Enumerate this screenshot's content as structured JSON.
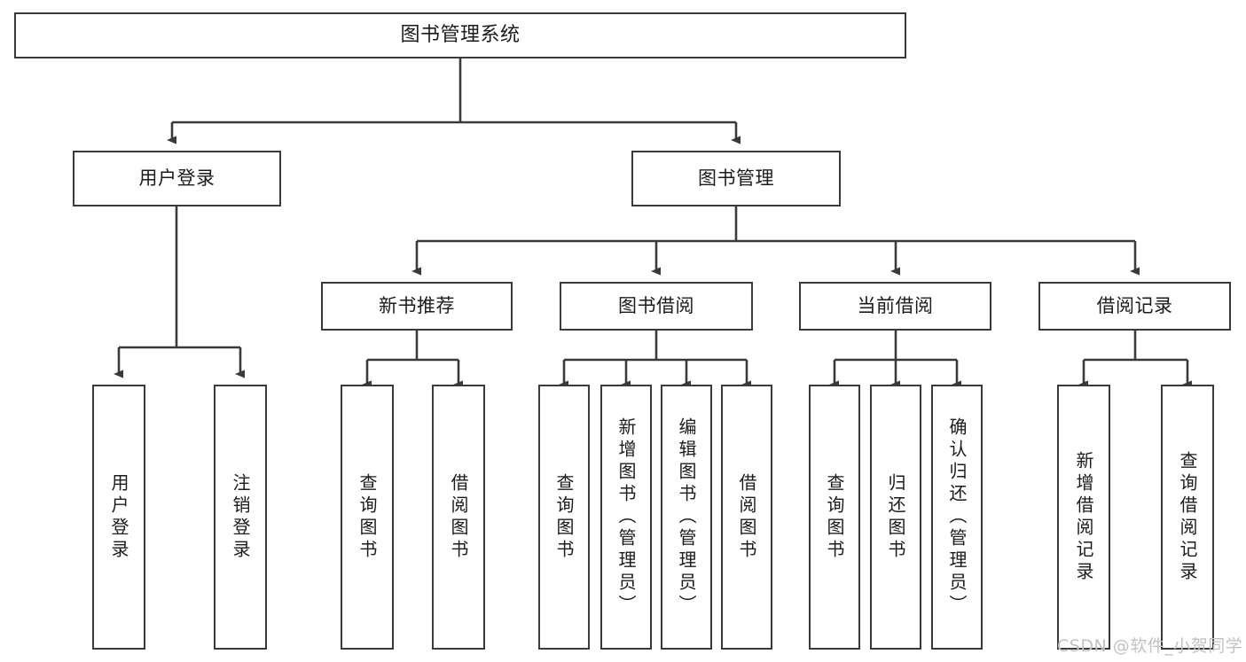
{
  "diagram": {
    "title": "图书管理系统",
    "type": "tree",
    "watermark": "CSDN @软件_小贺同学",
    "colors": {
      "box_border": "#3a3a3a",
      "box_fill": "#ffffff",
      "connector": "#3a3a3a",
      "text": "#1b1b1b",
      "watermark": "#c2c2c2"
    },
    "root": {
      "label": "图书管理系统"
    },
    "level2": [
      {
        "label": "用户登录"
      },
      {
        "label": "图书管理"
      }
    ],
    "level3": [
      {
        "label": "新书推荐"
      },
      {
        "label": "图书借阅"
      },
      {
        "label": "当前借阅"
      },
      {
        "label": "借阅记录"
      }
    ],
    "leaves": {
      "user_login": [
        {
          "label": "用户登录"
        },
        {
          "label": "注销登录"
        }
      ],
      "new_book": [
        {
          "label": "查询图书"
        },
        {
          "label": "借阅图书"
        }
      ],
      "borrow_book": [
        {
          "label": "查询图书"
        },
        {
          "label": "新增图书（管理员）"
        },
        {
          "label": "编辑图书（管理员）"
        },
        {
          "label": "借阅图书"
        }
      ],
      "current_borrow": [
        {
          "label": "查询图书"
        },
        {
          "label": "归还图书"
        },
        {
          "label": "确认归还（管理员）"
        }
      ],
      "borrow_record": [
        {
          "label": "新增借阅记录"
        },
        {
          "label": "查询借阅记录"
        }
      ]
    }
  }
}
